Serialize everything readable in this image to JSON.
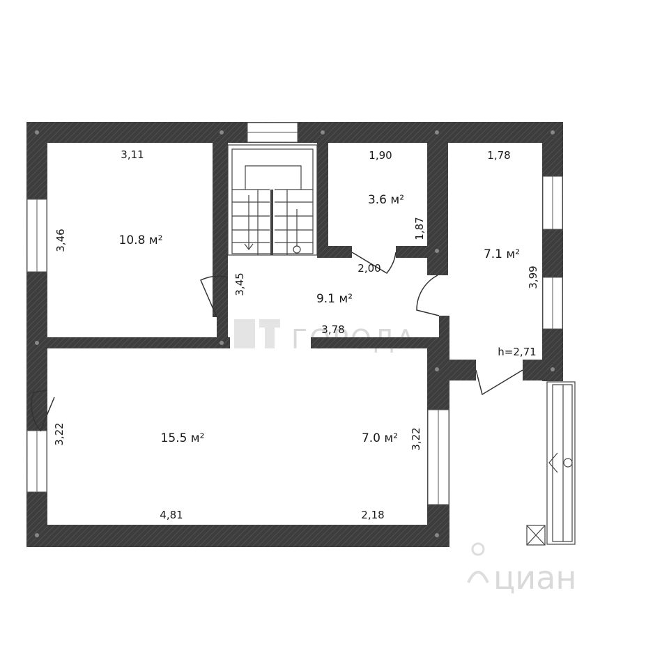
{
  "rooms": {
    "bedroom_top_left": {
      "area": "10.8 м²",
      "width": "3,11",
      "depth": "3,46"
    },
    "stair_hall": {
      "area": "9.1 м²",
      "width": "3,78",
      "depth": "3,45"
    },
    "small_room": {
      "area": "3.6 м²",
      "width": "1,90",
      "depth": "1,87",
      "door_width": "2,00"
    },
    "room_right": {
      "area": "7.1 м²",
      "width": "1,78",
      "depth": "3,99"
    },
    "room_bottom_left": {
      "area": "15.5 м²",
      "width": "4,81",
      "depth": "3,22"
    },
    "room_bottom_right": {
      "area": "7.0 м²",
      "width": "2,18",
      "depth": "3,22"
    }
  },
  "ceiling_height": "h=2,71",
  "watermarks": {
    "agency": "ГОРОДА",
    "portal": "циан"
  },
  "colors": {
    "wall": "#3d3d3d",
    "wall_hatch": "#555555",
    "window": "#ffffff",
    "background": "#ffffff",
    "watermark": "#d9d9d9"
  }
}
